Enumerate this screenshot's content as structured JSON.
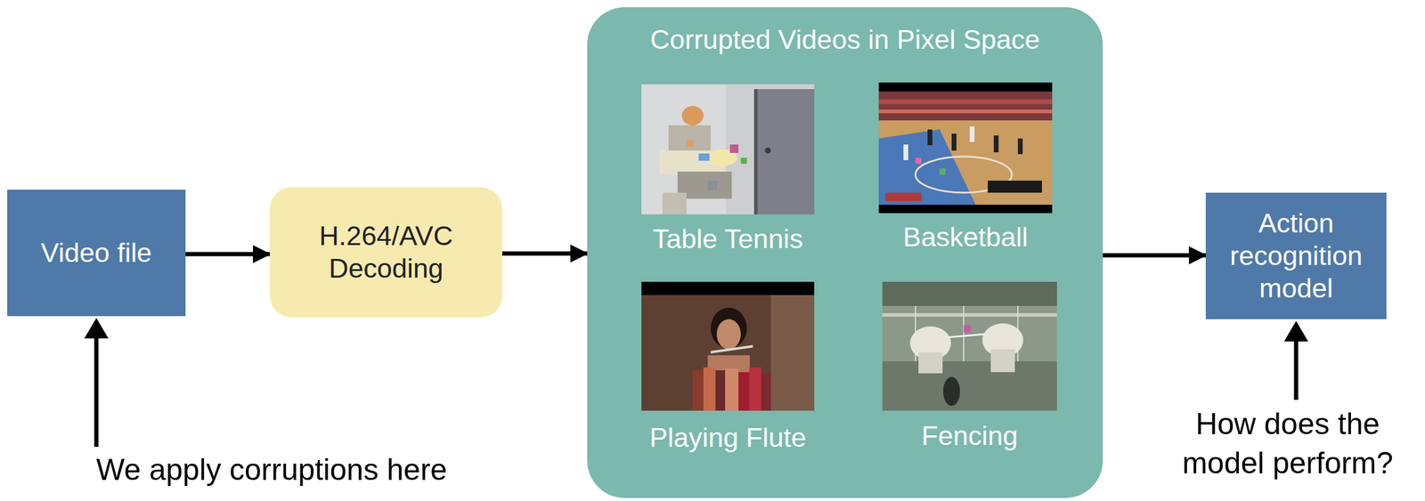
{
  "diagram": {
    "nodes": [
      {
        "text": [
          "Video file"
        ]
      },
      {
        "text": [
          "H.264/AVC Decoding"
        ]
      },
      {
        "text": [
          "Corrupted Videos in Pixel Space"
        ]
      },
      {
        "text": [
          "Table Tennis"
        ],
        "in": 2
      },
      {
        "text": [
          "Basketball"
        ],
        "in": 2
      },
      {
        "text": [
          "Playing Flute"
        ],
        "in": 2
      },
      {
        "text": [
          "Fencing"
        ],
        "in": 2
      },
      {
        "text": [
          "Action recognition model"
        ]
      }
    ],
    "edges": [
      {
        "from": 0,
        "to": 1,
        "arrow": "to"
      },
      {
        "from": 1,
        "to": 2,
        "arrow": "to"
      },
      {
        "from": 2,
        "to": 7,
        "arrow": "to"
      }
    ],
    "labels": [
      "We apply corruptions here",
      "How does the model perform?"
    ]
  }
}
